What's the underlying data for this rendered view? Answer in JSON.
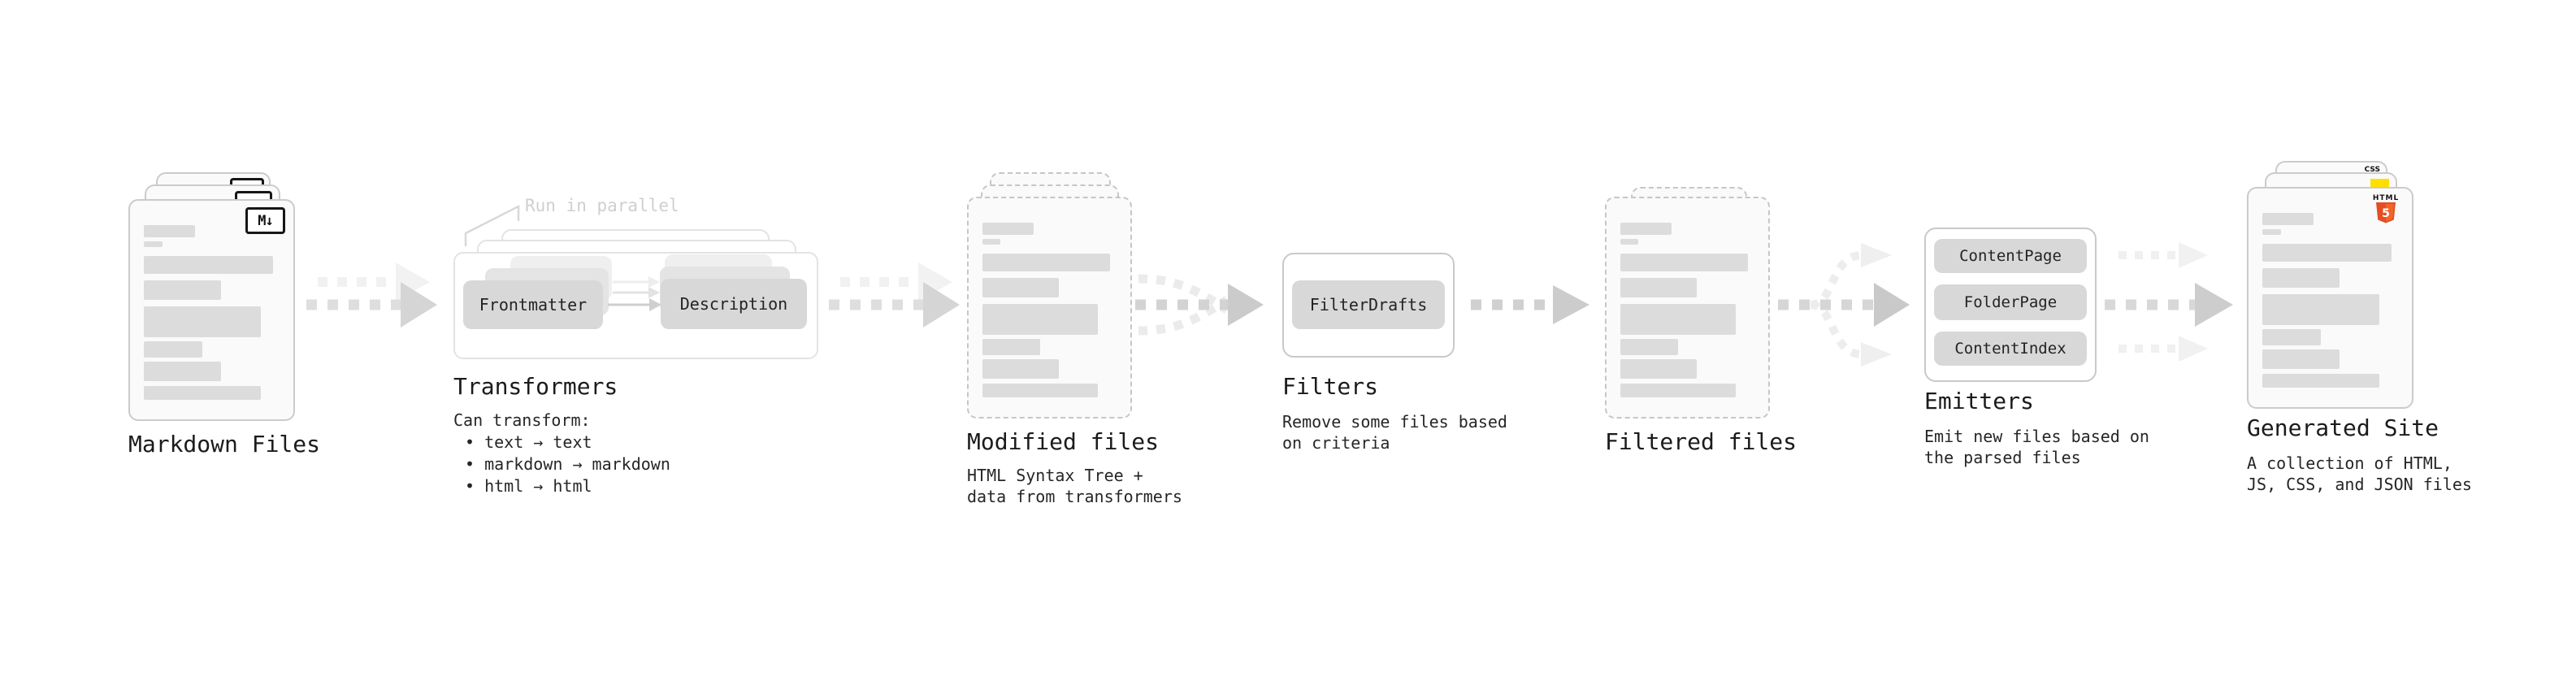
{
  "colors": {
    "html5_orange": "#e44d26",
    "html5_orange_light": "#f16529",
    "js_yellow": "#ffdf00",
    "css_blue": "#2965f1",
    "card_border": "#cbcbcb",
    "box_fill": "#d8d8d8",
    "muted_note": "#cfcfcf"
  },
  "icons": {
    "markdown": "M↓",
    "html5_text": "HTML",
    "html5_number": "5",
    "css": "CSS"
  },
  "stages": {
    "markdown": {
      "label": "Markdown Files"
    },
    "transformers": {
      "label": "Transformers",
      "note": "Run in parallel",
      "box_left": "Frontmatter",
      "box_right": "Description",
      "sub_title": "Can transform:",
      "bullets": [
        "• text → text",
        "• markdown → markdown",
        "• html → html"
      ]
    },
    "modified": {
      "label": "Modified files",
      "sub": [
        "HTML Syntax Tree +",
        "data from transformers"
      ]
    },
    "filters": {
      "label": "Filters",
      "box": "FilterDrafts",
      "sub": [
        "Remove some files based",
        "on criteria"
      ]
    },
    "filtered": {
      "label": "Filtered files"
    },
    "emitters": {
      "label": "Emitters",
      "boxes": [
        "ContentPage",
        "FolderPage",
        "ContentIndex"
      ],
      "sub": [
        "Emit new files based on",
        "the parsed files"
      ]
    },
    "generated": {
      "label": "Generated Site",
      "sub": [
        "A collection of HTML,",
        "JS, CSS, and JSON files"
      ]
    }
  }
}
